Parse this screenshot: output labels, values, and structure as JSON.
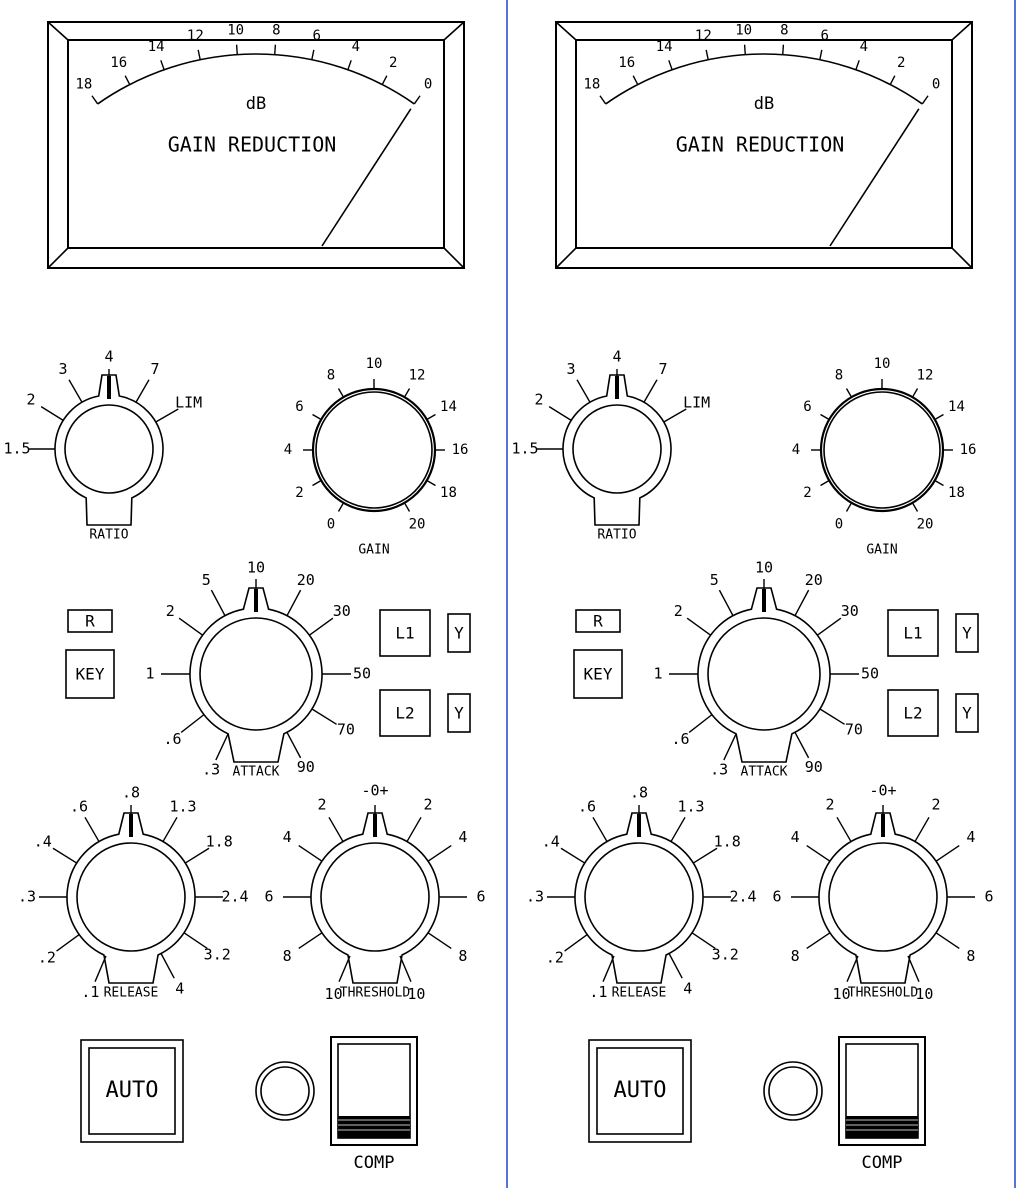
{
  "colors": {
    "ink": "#000000",
    "paper": "#ffffff",
    "divider": "#2244cc"
  },
  "channels": [
    {
      "meter": {
        "unit": "dB",
        "title": "GAIN REDUCTION",
        "scale": [
          "18",
          "16",
          "14",
          "12",
          "10",
          "8",
          "6",
          "4",
          "2",
          "0"
        ],
        "needle_db": 0
      },
      "ratio": {
        "label": "RATIO",
        "ticks": [
          "1.5",
          "2",
          "3",
          "4",
          "7",
          "LIM"
        ],
        "selected": "4"
      },
      "gain": {
        "label": "GAIN",
        "ticks": [
          "0",
          "2",
          "4",
          "6",
          "8",
          "10",
          "12",
          "14",
          "16",
          "18",
          "20"
        ]
      },
      "attack": {
        "label": "ATTACK",
        "ticks": [
          ".3",
          ".6",
          "1",
          "2",
          "5",
          "10",
          "20",
          "30",
          "50",
          "70",
          "90"
        ],
        "selected": "10"
      },
      "release": {
        "label": "RELEASE",
        "ticks": [
          ".1",
          ".2",
          ".3",
          ".4",
          ".6",
          ".8",
          "1.3",
          "1.8",
          "2.4",
          "3.2",
          "4"
        ],
        "selected": ".8"
      },
      "threshold": {
        "label": "THRESHOLD",
        "ticks": [
          "10",
          "8",
          "6",
          "4",
          "2",
          "-0+",
          "2",
          "4",
          "6",
          "8",
          "10"
        ],
        "selected": "-0+"
      },
      "buttons": {
        "r": "R",
        "key": "KEY",
        "l1": "L1",
        "l2": "L2",
        "y1": "Y",
        "y2": "Y",
        "auto": "AUTO",
        "comp": "COMP"
      }
    },
    {
      "meter": {
        "unit": "dB",
        "title": "GAIN REDUCTION",
        "scale": [
          "18",
          "16",
          "14",
          "12",
          "10",
          "8",
          "6",
          "4",
          "2",
          "0"
        ],
        "needle_db": 0
      },
      "ratio": {
        "label": "RATIO",
        "ticks": [
          "1.5",
          "2",
          "3",
          "4",
          "7",
          "LIM"
        ],
        "selected": "4"
      },
      "gain": {
        "label": "GAIN",
        "ticks": [
          "0",
          "2",
          "4",
          "6",
          "8",
          "10",
          "12",
          "14",
          "16",
          "18",
          "20"
        ]
      },
      "attack": {
        "label": "ATTACK",
        "ticks": [
          ".3",
          ".6",
          "1",
          "2",
          "5",
          "10",
          "20",
          "30",
          "50",
          "70",
          "90"
        ],
        "selected": "10"
      },
      "release": {
        "label": "RELEASE",
        "ticks": [
          ".1",
          ".2",
          ".3",
          ".4",
          ".6",
          ".8",
          "1.3",
          "1.8",
          "2.4",
          "3.2",
          "4"
        ],
        "selected": ".8"
      },
      "threshold": {
        "label": "THRESHOLD",
        "ticks": [
          "10",
          "8",
          "6",
          "4",
          "2",
          "-0+",
          "2",
          "4",
          "6",
          "8",
          "10"
        ],
        "selected": "-0+"
      },
      "buttons": {
        "r": "R",
        "key": "KEY",
        "l1": "L1",
        "l2": "L2",
        "y1": "Y",
        "y2": "Y",
        "auto": "AUTO",
        "comp": "COMP"
      }
    }
  ]
}
